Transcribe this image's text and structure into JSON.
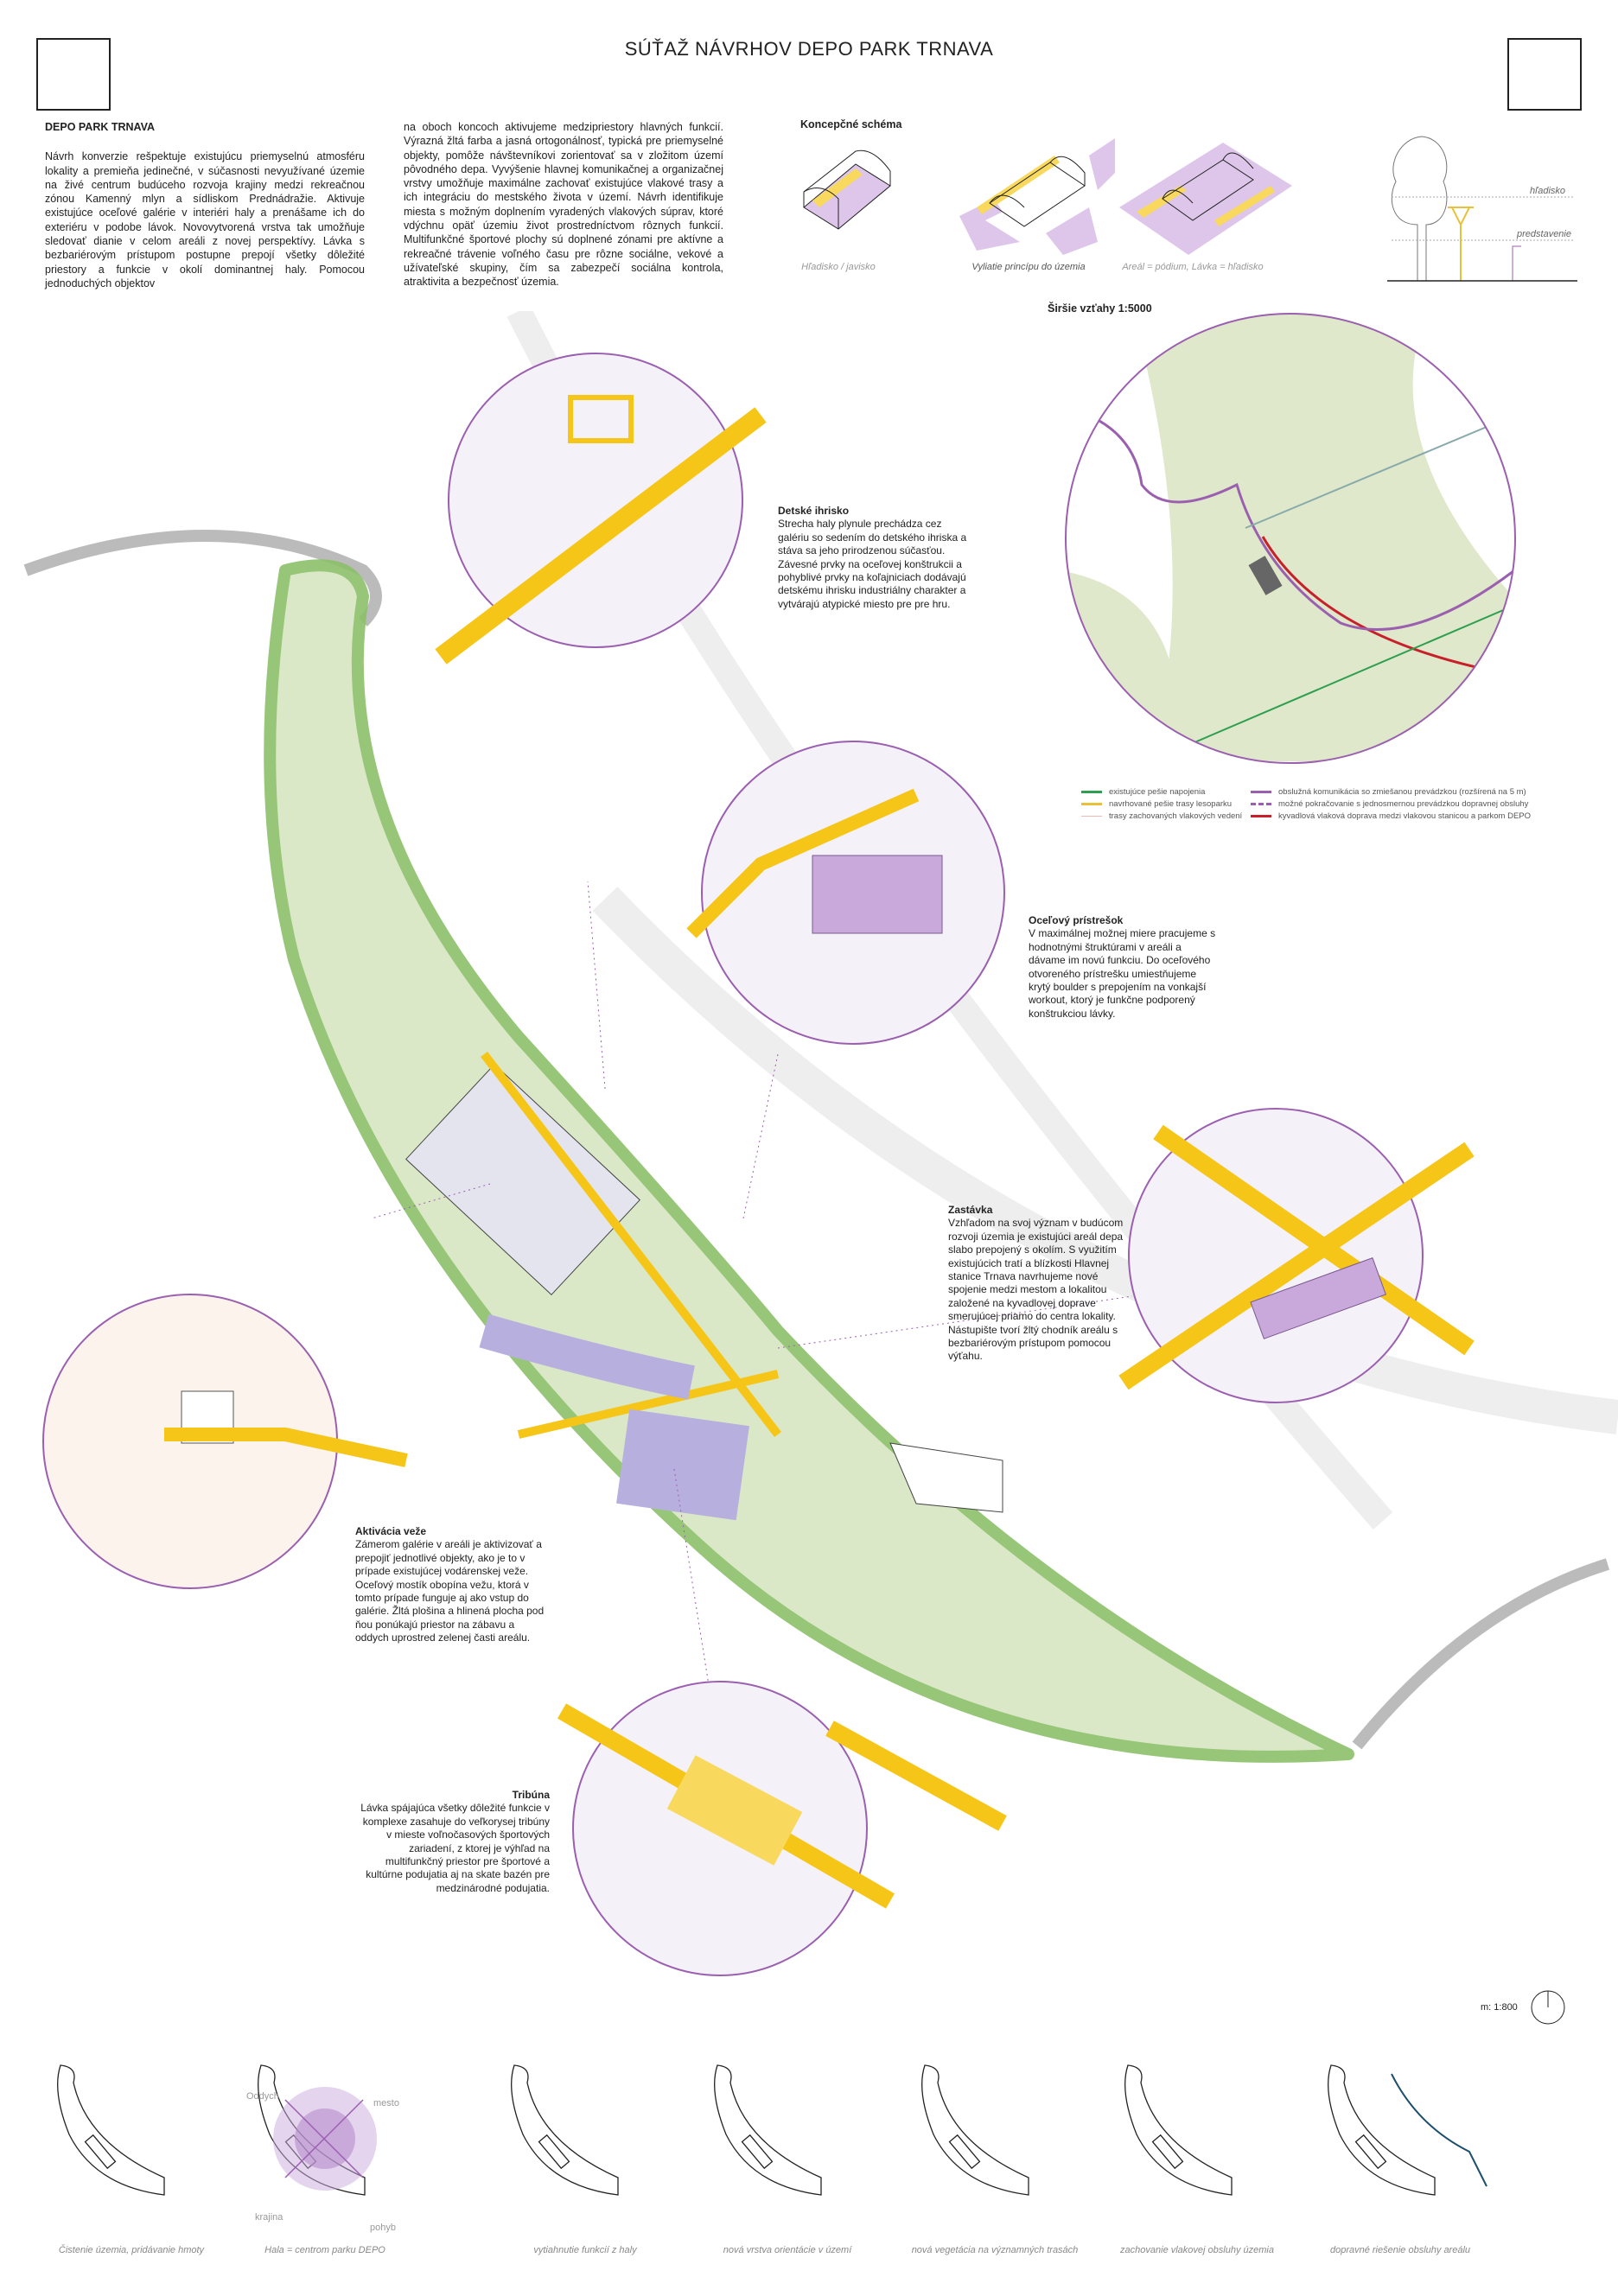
{
  "title": "SÚŤAŽ NÁVRHOV DEPO PARK TRNAVA",
  "intro": {
    "heading": "DEPO PARK TRNAVA",
    "col1": "Návrh konverzie rešpektuje existujúcu priemyselnú atmosféru lokality a premieňa jedinečné, v súčasnosti nevyužívané územie na živé centrum budúceho rozvoja krajiny medzi rekreačnou zónou Kamenný mlyn a sídliskom Prednádražie. Aktivuje existujúce oceľové galérie v interiéri haly a prenášame ich do exteriéru v podobe lávok. Novovytvorená vrstva tak umožňuje sledovať dianie v celom areáli z novej perspektívy. Lávka s bezbariérovým prístupom postupne prepojí všetky dôležité priestory a funkcie v okolí dominantnej haly. Pomocou jednoduchých objektov",
    "col2": "na oboch koncoch aktivujeme medzipriestory hlavných funkcií. Výrazná žltá farba a jasná ortogonálnosť, typická pre priemyselné objekty, pomôže návštevníkovi zorientovať sa v zložitom území pôvodného depa. Vyvýšenie hlavnej komunikačnej a organizačnej vrstvy umožňuje maximálne zachovať existujúce vlakové trasy a ich integráciu do mestského života v území. Návrh identifikuje miesta s možným doplnením vyradených vlakových súprav, ktoré vdýchnu opäť územiu život prostredníctvom rôznych funkcií. Multifunkčné športové plochy sú doplnené zónami pre aktívne a rekreačné trávenie voľného času pre rôzne sociálne, vekové a užívateľské skupiny, čím sa zabezpečí sociálna kontrola, atraktivita a bezpečnosť územia."
  },
  "concept": {
    "heading": "Koncepčné schéma",
    "captions": [
      "Hľadisko / javisko",
      "Vyliatie princípu do územia",
      "Areál = pódium, Lávka = hľadisko"
    ],
    "section_labels": [
      "hľadisko",
      "predstavenie"
    ]
  },
  "context": {
    "heading": "Širšie vzťahy 1:5000",
    "legend": [
      {
        "label": "existujúce pešie napojenia",
        "color": "#2e9e4f",
        "style": "solid"
      },
      {
        "label": "navrhované pešie trasy lesoparku",
        "color": "#e8c13a",
        "style": "solid"
      },
      {
        "label": "trasy zachovaných vlakových vedení",
        "color": "#f0b9b9",
        "style": "solid"
      },
      {
        "label": "obslužná komunikácia so zmiešanou prevádzkou (rozšírená na 5 m)",
        "color": "#9b5fb0",
        "style": "solid"
      },
      {
        "label": "možné pokračovanie s jednosmernou prevádzkou dopravnej obsluhy",
        "color": "#9b5fb0",
        "style": "dashed"
      },
      {
        "label": "kyvadlová vlaková doprava medzi vlakovou stanicou a parkom DEPO",
        "color": "#c8202a",
        "style": "solid"
      }
    ]
  },
  "notes": [
    {
      "title": "Detské ihrisko",
      "text": "Strecha haly plynule prechádza cez galériu so sedením do detského ihriska a stáva sa jeho prirodzenou súčasťou. Závesné prvky na oceľovej konštrukcii a pohyblivé prvky na koľajniciach dodávajú detskému ihrisku industriálny charakter a vytvárajú atypické miesto pre pre hru."
    },
    {
      "title": "Oceľový prístrešok",
      "text": "V maximálnej možnej miere pracujeme s hodnotnými štruktúrami v areáli a dávame im novú funkciu. Do oceľového otvoreného prístrešku umiestňujeme krytý boulder s prepojením na vonkajší workout, ktorý je funkčne podporený konštrukciou lávky."
    },
    {
      "title": "Zastávka",
      "text": "Vzhľadom na svoj význam v budúcom rozvoji územia je existujúci areál depa slabo prepojený s okolím. S využitím existujúcich tratí a blízkosti Hlavnej stanice Trnava navrhujeme nové spojenie medzi mestom a lokalitou založené na kyvadlovej doprave smerujúcej priamo do centra lokality. Nástupište tvorí žltý chodník areálu s bezbariérovým prístupom pomocou výťahu."
    },
    {
      "title": "Aktivácia veže",
      "text": "Zámerom galérie v areáli je aktivizovať a prepojiť jednotlivé objekty, ako je to v prípade existujúcej vodárenskej veže. Oceľový mostík obopína vežu, ktorá v tomto prípade funguje aj ako vstup do galérie. Žltá plošina a hlinená plocha pod ňou ponúkajú priestor na zábavu a oddych uprostred zelenej časti areálu."
    },
    {
      "title": "Tribúna",
      "text": "Lávka spájajúca všetky dôležité funkcie v komplexe zasahuje do veľkorysej tribúny v mieste voľnočasových športových zariadení, z ktorej je výhľad na multifunkčný priestor pre športové a kultúrne podujatia aj na skate bazén pre medzinárodné podujatia."
    }
  ],
  "scale": "m: 1:800",
  "diagram_labels": {
    "rest": "Oddych",
    "city": "mesto",
    "landscape": "krajina",
    "movement": "pohyb"
  },
  "bottom_captions": [
    "Čistenie územia, pridávanie hmoty",
    "Hala = centrom parku DEPO",
    "vytiahnutie funkcií z haly",
    "nová vrstva orientácie v území",
    "nová vegetácia na významných trasách",
    "zachovanie vlakovej obsluhy územia",
    "dopravné riešenie obsluhy areálu"
  ],
  "colors": {
    "yellow": "#f5c518",
    "purple": "#c9a9dc",
    "green": "#8cc06a",
    "ink": "#222222"
  }
}
